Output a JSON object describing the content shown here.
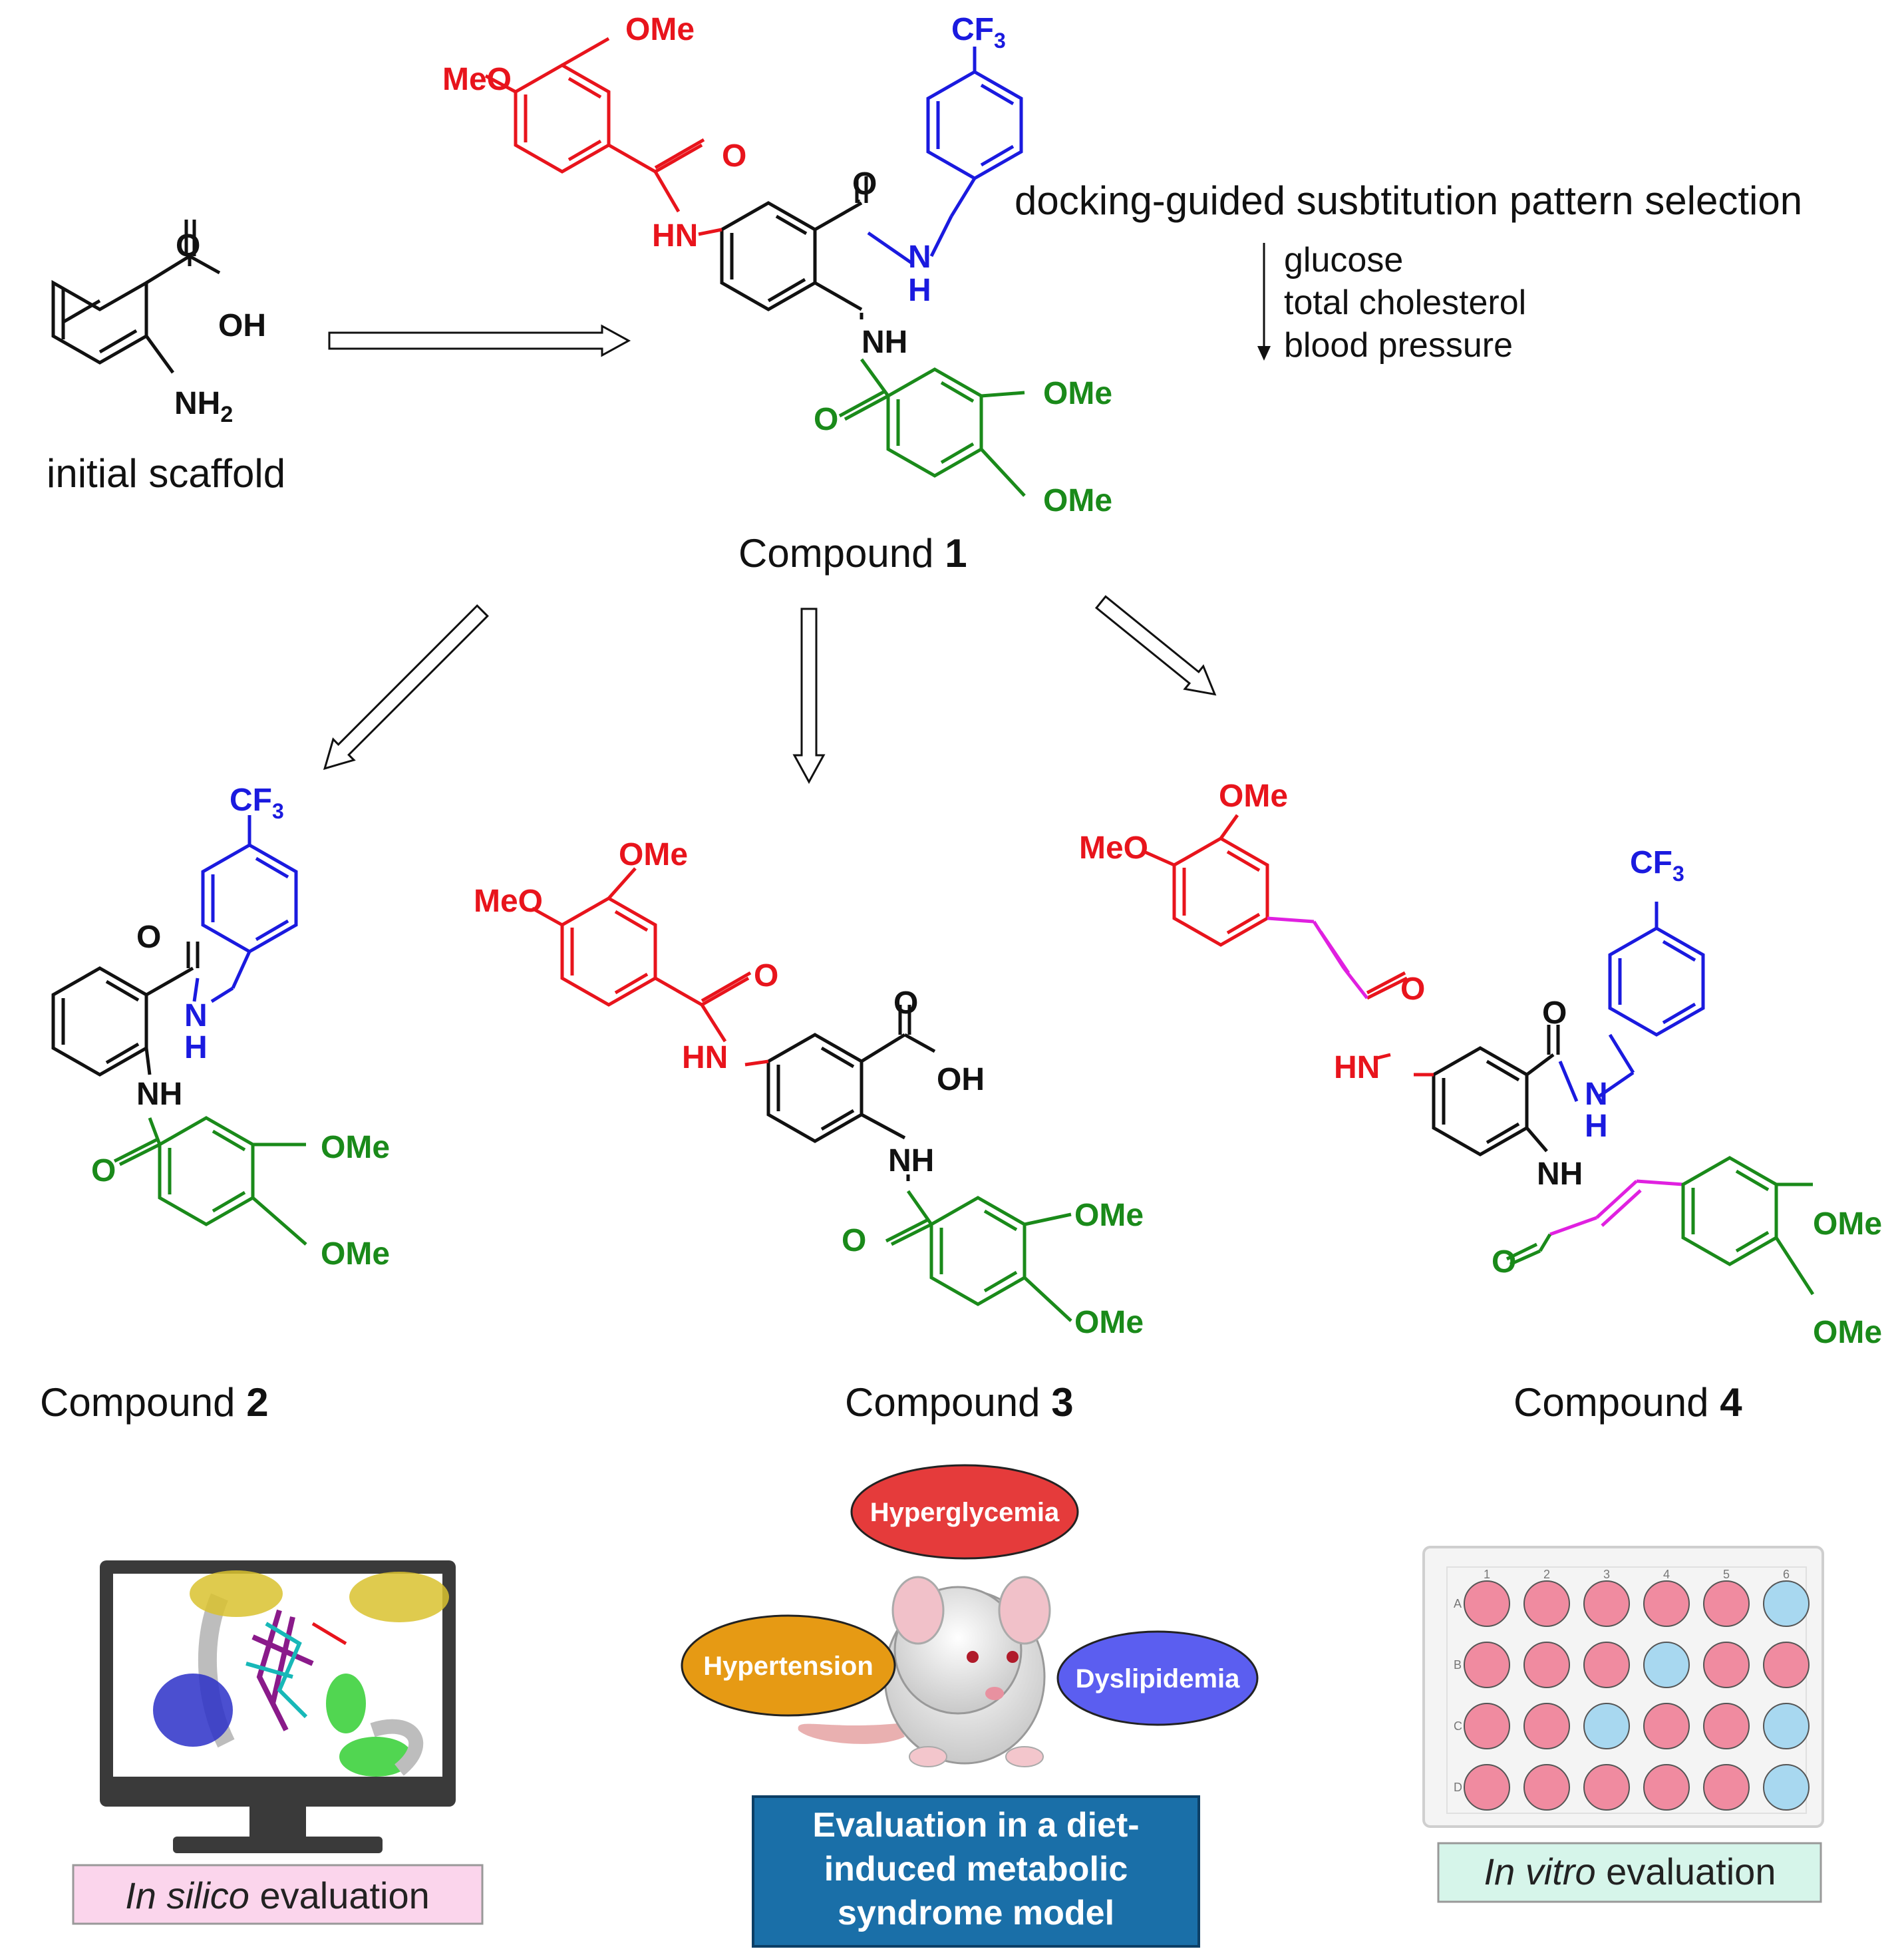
{
  "scaffold": {
    "caption": "initial scaffold",
    "o": "O",
    "oh": "OH",
    "nh2": "NH",
    "nh2_sub": "2"
  },
  "selection": {
    "title": "docking-guided susbtitution pattern selection",
    "effects": [
      "glucose",
      "total cholesterol",
      "blood pressure"
    ]
  },
  "compounds": [
    {
      "prefix": "Compound ",
      "number": "1"
    },
    {
      "prefix": "Compound ",
      "number": "2"
    },
    {
      "prefix": "Compound ",
      "number": "3"
    },
    {
      "prefix": "Compound ",
      "number": "4"
    }
  ],
  "atoms": {
    "ome": "OMe",
    "meo": "MeO",
    "o": "O",
    "hn": "HN",
    "nh": "NH",
    "n": "N",
    "h": "H",
    "oh": "OH",
    "cf": "CF",
    "cf_sub": "3"
  },
  "colors": {
    "red": "#e8141c",
    "blue": "#1a1adf",
    "green": "#1a8a1a",
    "magenta": "#e020e0",
    "black": "#111111"
  },
  "evaluation": {
    "in_silico": {
      "italic": "In silico",
      "rest": " evaluation"
    },
    "in_vivo": {
      "lines": [
        "Evaluation in a diet-",
        "induced metabolic",
        "syndrome model"
      ]
    },
    "in_vitro": {
      "italic": "In vitro",
      "rest": " evaluation"
    },
    "bubbles": [
      "Hyperglycemia",
      "Hypertension",
      "Dyslipidemia"
    ]
  },
  "plate": {
    "columns": [
      "1",
      "2",
      "3",
      "4",
      "5",
      "6"
    ],
    "rows": [
      "A",
      "B",
      "C",
      "D"
    ],
    "wells": [
      [
        "pink",
        "pink",
        "pink",
        "pink",
        "pink",
        "blue"
      ],
      [
        "pink",
        "pink",
        "pink",
        "blue",
        "pink",
        "pink"
      ],
      [
        "pink",
        "pink",
        "blue",
        "pink",
        "pink",
        "blue"
      ],
      [
        "pink",
        "pink",
        "pink",
        "pink",
        "pink",
        "blue"
      ]
    ],
    "well_colors": {
      "pink": "#f08ba0",
      "blue": "#a8d8f0"
    }
  }
}
